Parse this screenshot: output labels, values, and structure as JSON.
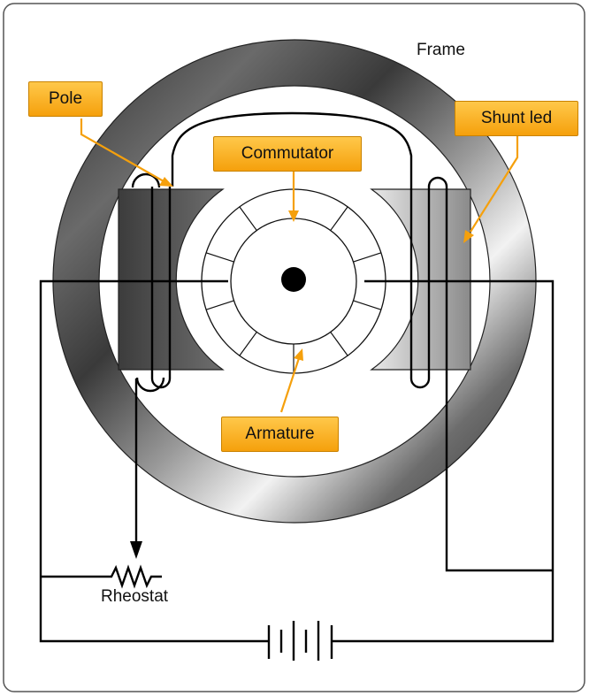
{
  "labels": {
    "frame": "Frame",
    "pole": "Pole",
    "shunt_led": "Shunt led",
    "commutator": "Commutator",
    "armature": "Armature",
    "rheostat": "Rheostat"
  },
  "colors": {
    "callout_top": "#ffc84a",
    "callout_bottom": "#f5a00c",
    "leader": "#f5a00c",
    "metal_dark": "#3a3a3a",
    "metal_light": "#e6e6e6",
    "wire": "#000000"
  }
}
